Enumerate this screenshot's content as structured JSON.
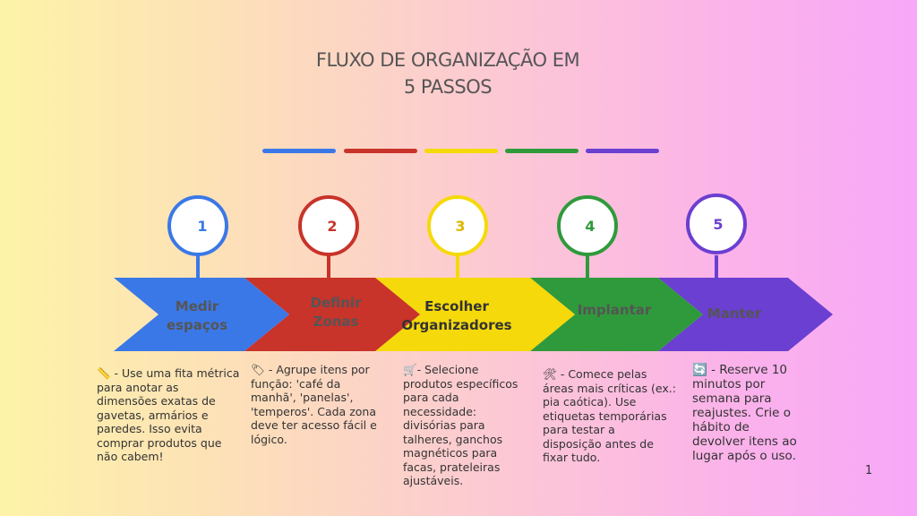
{
  "title": {
    "line1": "FLUXO DE ORGANIZAÇÃO EM",
    "line2": "5 PASSOS"
  },
  "colors": {
    "blue": "#3b78e7",
    "red": "#c8332a",
    "yellow": "#f5d90a",
    "green": "#2f9a3b",
    "purple": "#6a3fd1"
  },
  "steps": [
    {
      "number": "1",
      "label_line1": "Medir",
      "label_line2": "espaços",
      "icon": "ruler-icon",
      "description": "📏 - Use uma fita métrica para anotar as dimensões exatas de gavetas, armários e paredes. Isso evita comprar produtos que não cabem!"
    },
    {
      "number": "2",
      "label_line1": "Definir",
      "label_line2": "Zonas",
      "icon": "tag-icon",
      "description": "🏷 - Agrupe itens por função: 'café da manhã', 'panelas', 'temperos'. Cada zona deve ter acesso fácil e lógico."
    },
    {
      "number": "3",
      "label_line1": "Escolher",
      "label_line2": "Organizadores",
      "icon": "cart-icon",
      "description": "🛒- Selecione produtos específicos para cada necessidade: divisórias para talheres, ganchos magnéticos para facas, prateleiras ajustáveis."
    },
    {
      "number": "4",
      "label_line1": "Implantar",
      "label_line2": "",
      "icon": "tools-icon",
      "description": "🛠 - Comece pelas áreas mais críticas (ex.: pia caótica). Use etiquetas temporárias para testar a disposição antes de fixar tudo."
    },
    {
      "number": "5",
      "label_line1": "Manter",
      "label_line2": "",
      "icon": "refresh-icon",
      "description": "🔄 - Reserve 10 minutos por semana para reajustes. Crie o hábito de devolver itens ao lugar após o uso."
    }
  ],
  "page_number": "1"
}
